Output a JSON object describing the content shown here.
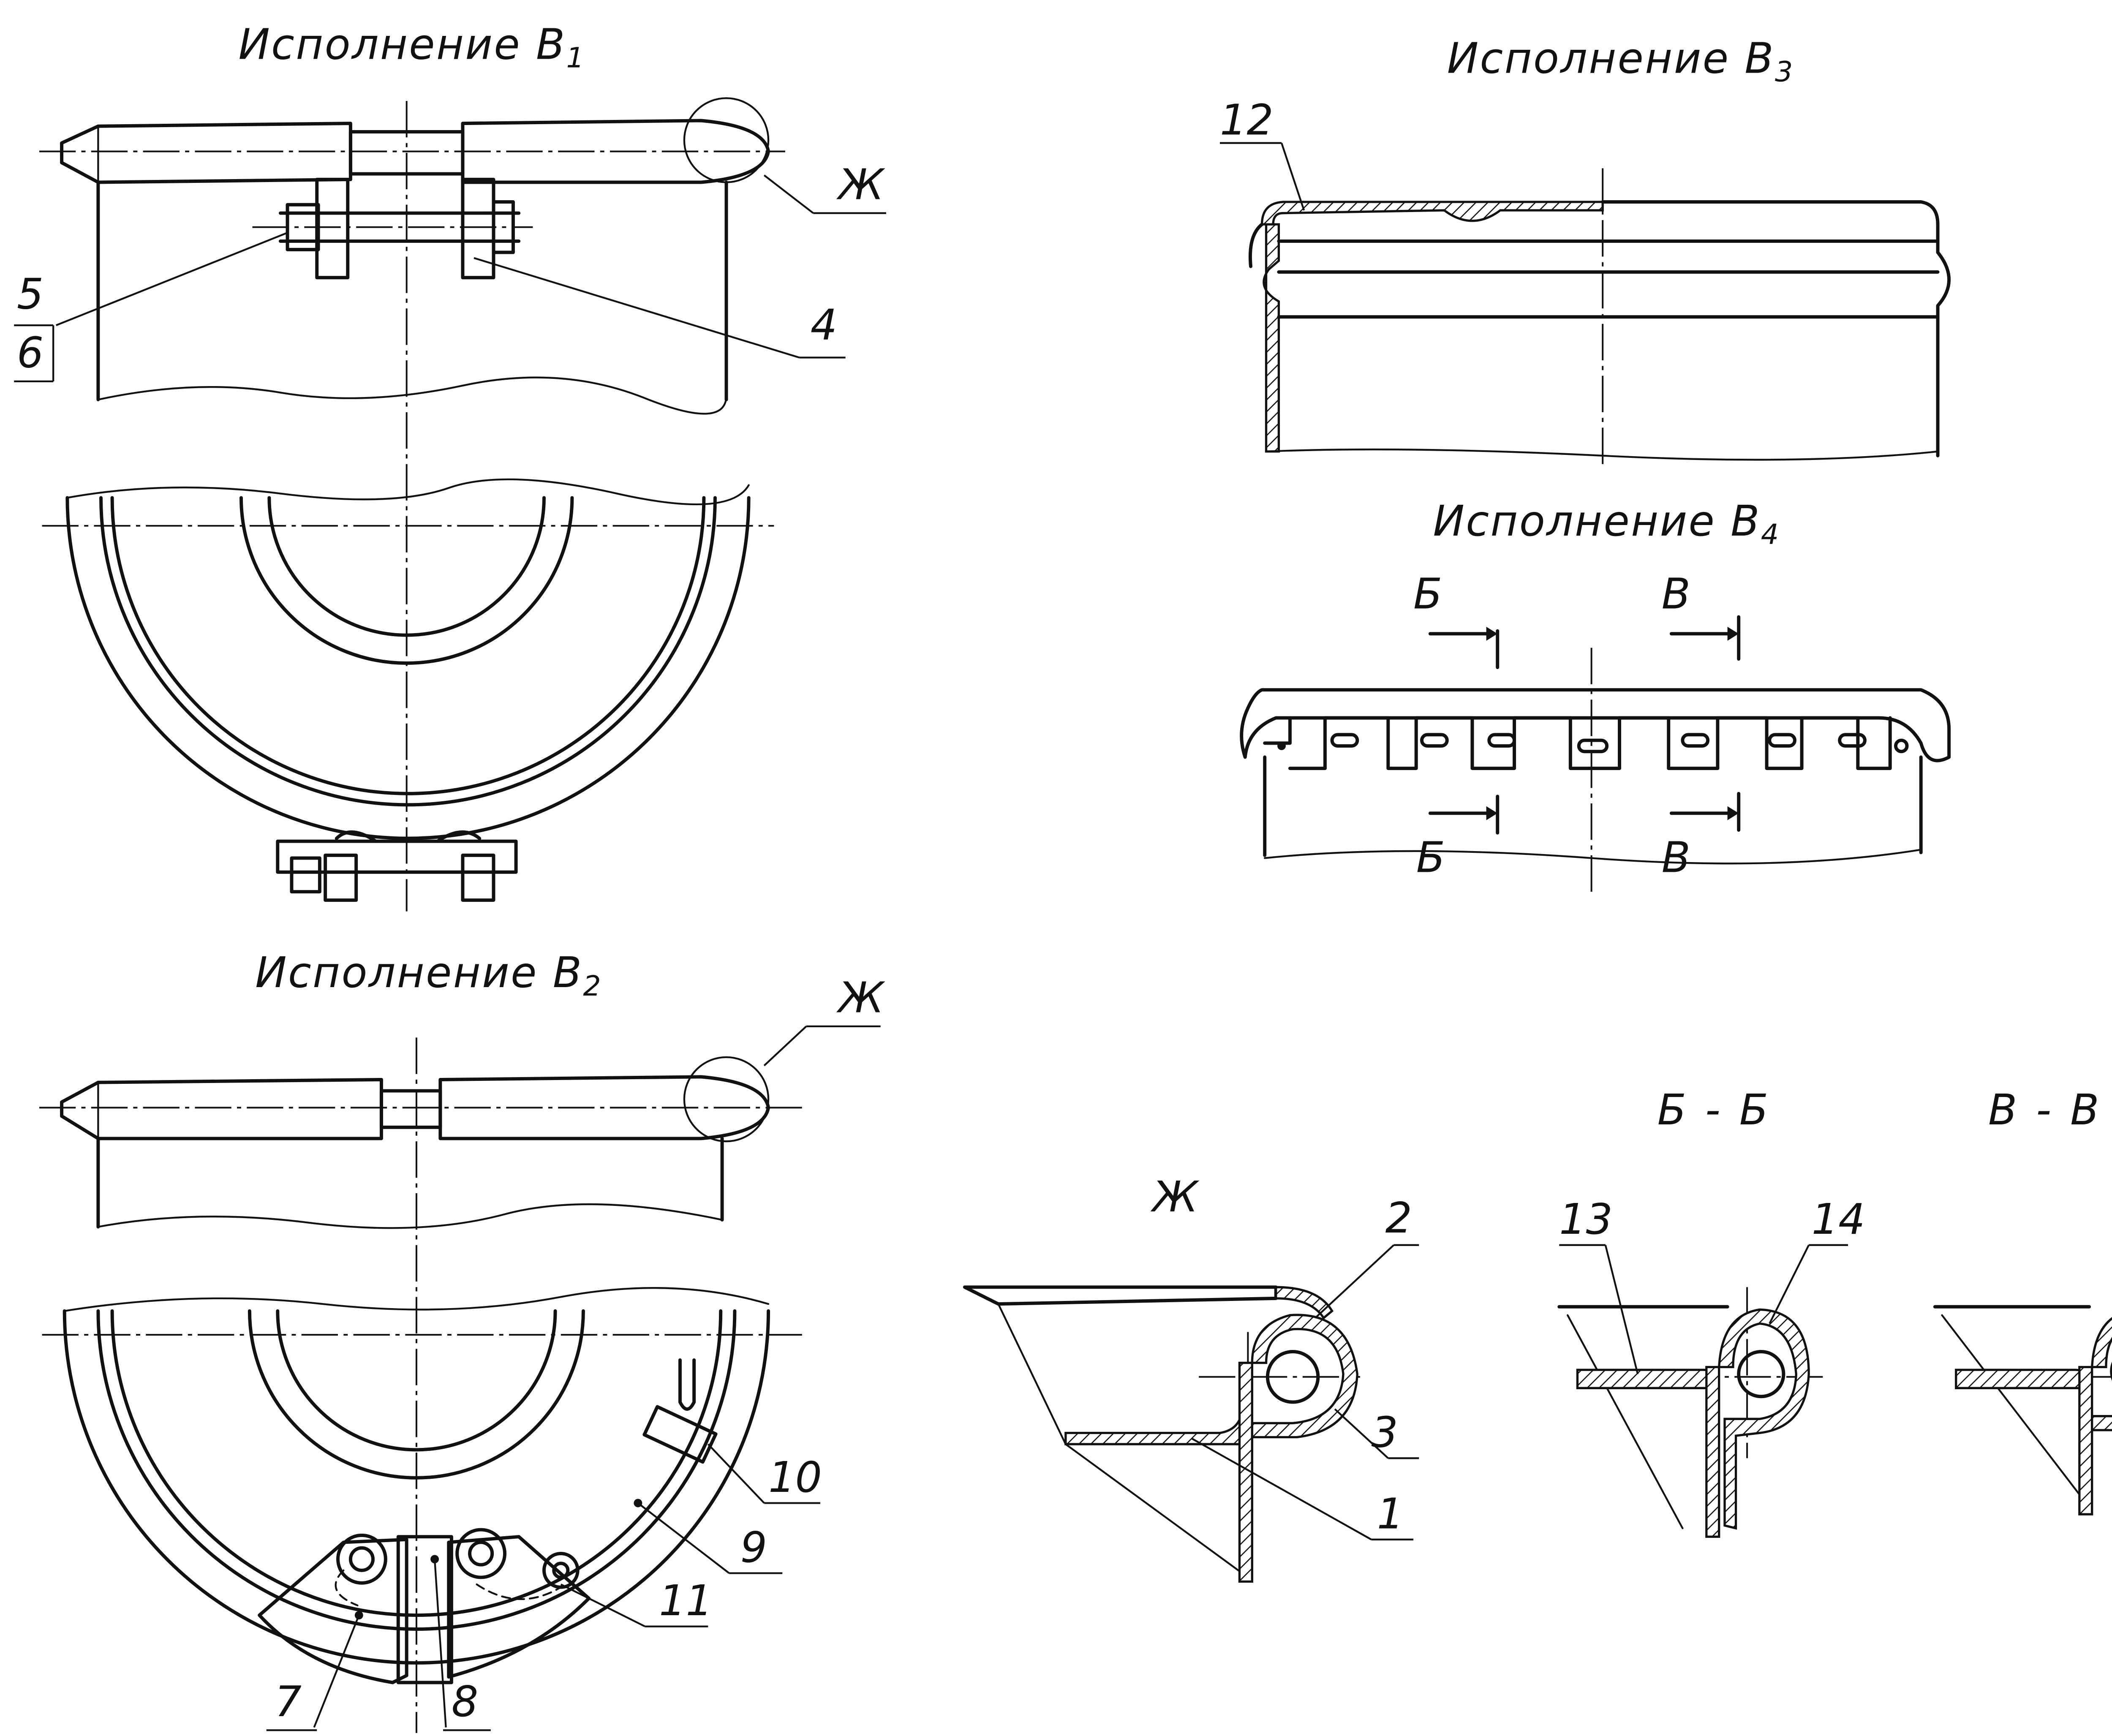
{
  "views": {
    "v1": {
      "title": "Исполнение В",
      "sub": "1"
    },
    "v2": {
      "title": "Исполнение В",
      "sub": "2"
    },
    "v3": {
      "title": "Исполнение В",
      "sub": "3"
    },
    "v4": {
      "title": "Исполнение В",
      "sub": "4"
    }
  },
  "sections": {
    "zh": "Ж",
    "bb": "Б - Б",
    "vv": "В - В",
    "cut_b": "Б",
    "cut_v": "В"
  },
  "callouts": {
    "c1": "1",
    "c2": "2",
    "c3": "3",
    "c4": "4",
    "c5": "5",
    "c6": "6",
    "c7": "7",
    "c8": "8",
    "c9": "9",
    "c10": "10",
    "c11": "11",
    "c12": "12",
    "c13": "13",
    "c14": "14"
  }
}
